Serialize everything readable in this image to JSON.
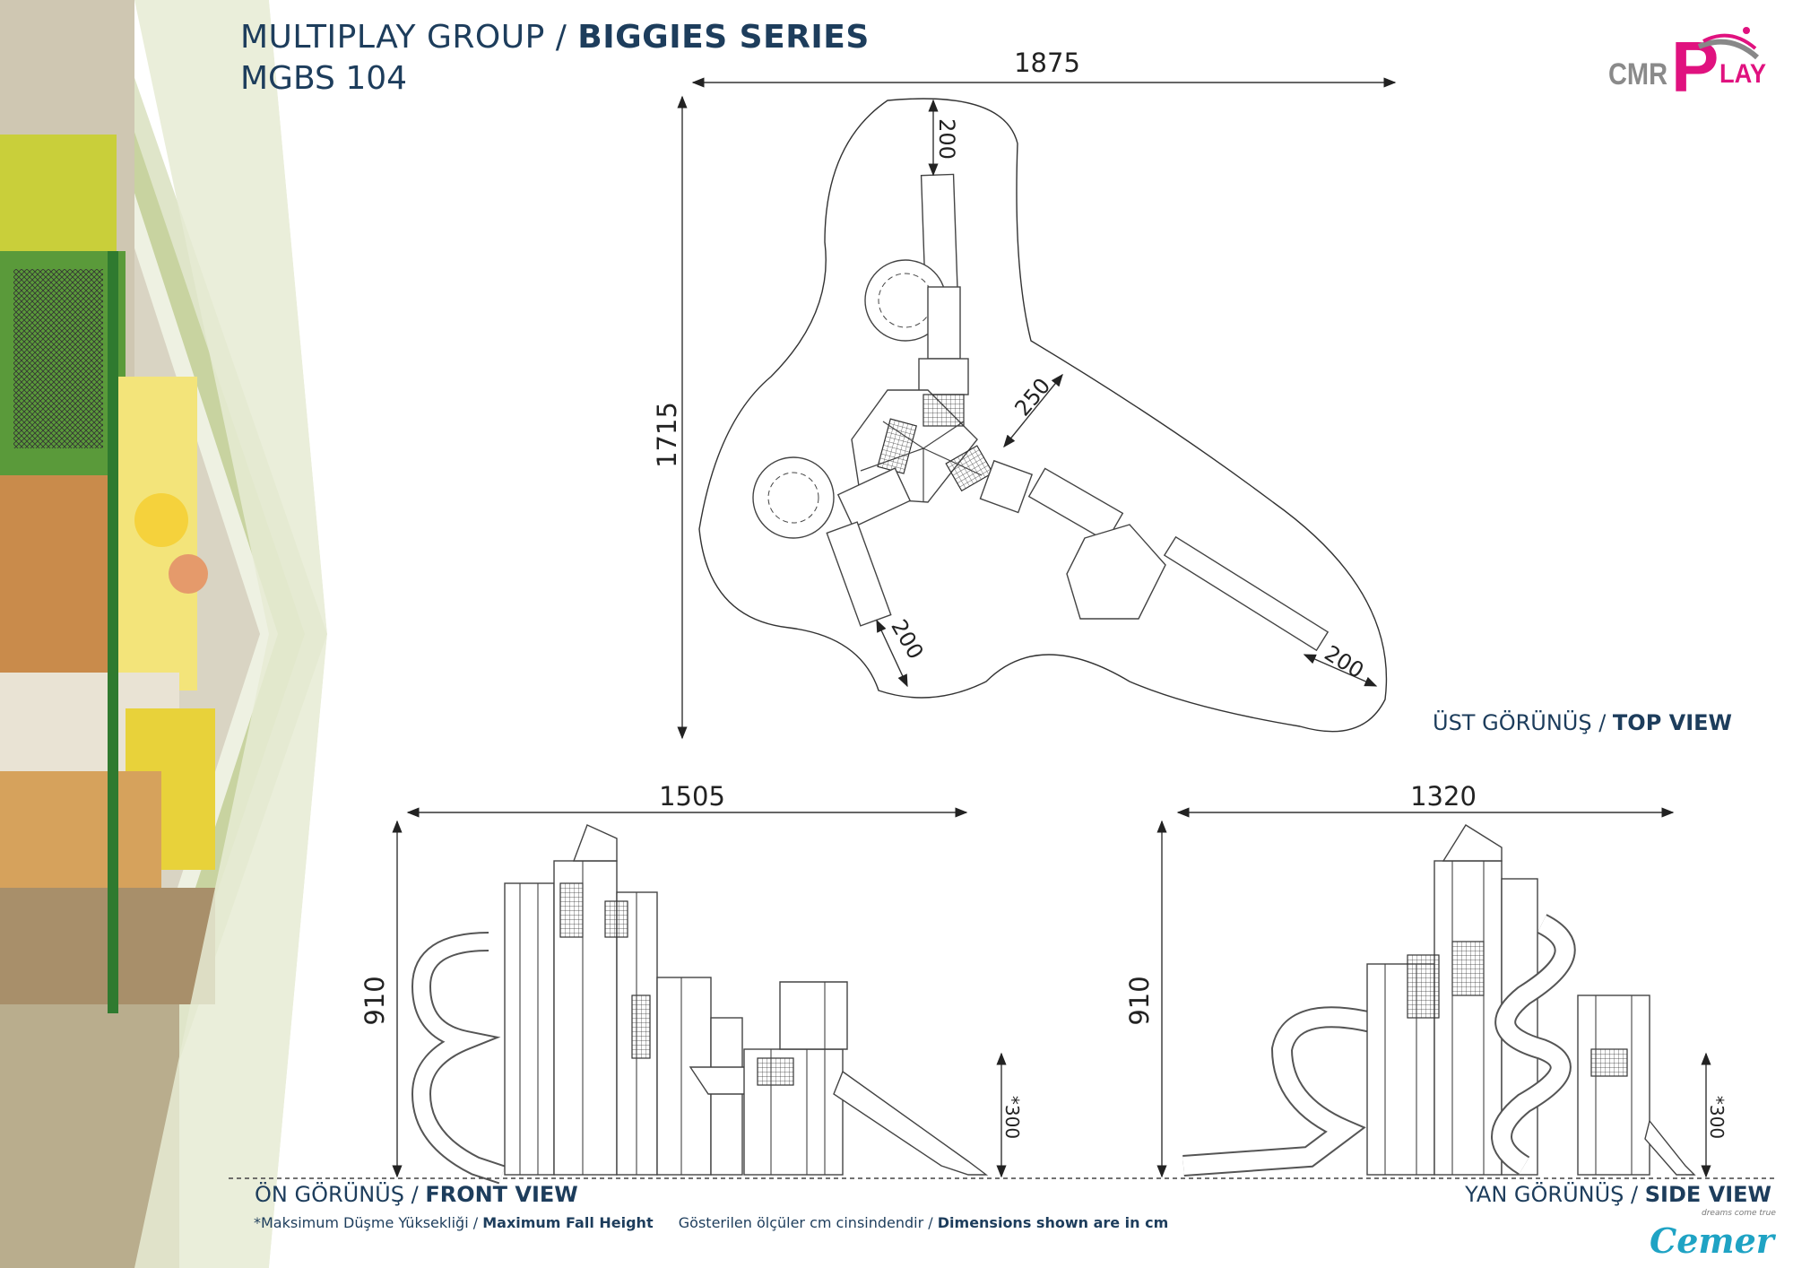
{
  "header": {
    "group": "MULTIPLAY GROUP",
    "separator": " / ",
    "series": "BIGGIES SERIES",
    "model": "MGBS 104"
  },
  "logos": {
    "brand": "CMRPLAY",
    "company": "Cemer",
    "slogan": "dreams come true"
  },
  "top_view": {
    "caption_tr": "ÜST GÖRÜNÜŞ",
    "caption_en": "TOP VIEW",
    "width": "1875",
    "depth": "1715",
    "clearance_top": "200",
    "clearance_side": "250",
    "clearance_left": "200",
    "clearance_right": "200"
  },
  "front_view": {
    "caption_tr": "ÖN GÖRÜNÜŞ",
    "caption_en": "FRONT VIEW",
    "width": "1505",
    "height": "910",
    "fall_height": "*300"
  },
  "side_view": {
    "caption_tr": "YAN GÖRÜNÜŞ",
    "caption_en": "SIDE VIEW",
    "width": "1320",
    "height": "910",
    "fall_height": "*300"
  },
  "footnote": {
    "fall_tr": "*Maksimum Düşme Yüksekliği",
    "fall_en": "Maximum Fall Height",
    "dims_tr": "Gösterilen ölçüler cm cinsindendir",
    "dims_en": "Dimensions shown are in cm"
  },
  "colors": {
    "navy": "#1d3d5c",
    "magenta": "#e0127f",
    "cyan": "#1fa3c4",
    "olive": "#b6c28a"
  }
}
